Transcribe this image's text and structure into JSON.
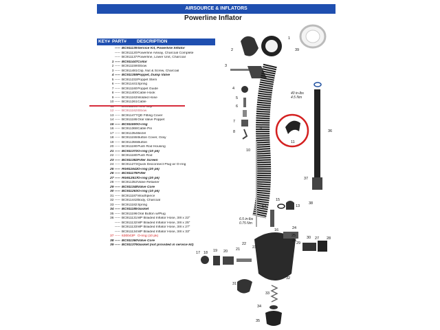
{
  "banner": "AIRSOURCE & INFLATORS",
  "title": "Powerline Inflator",
  "table_header": {
    "key": "KEY#",
    "part": "PART#",
    "desc": "DESCRIPTION"
  },
  "parts": [
    {
      "k": "-----",
      "p": "BC911139",
      "d": "Service Kit, Powerline Inflator",
      "b": true
    },
    {
      "k": "-----",
      "p": "BC911120",
      "d": "Powerline Airway, Charcoal Complete"
    },
    {
      "k": "-----",
      "p": "BC911137",
      "d": "Powerline, Lower Unit, Charcoal"
    },
    {
      "k": "1 -----",
      "p": "BC911447",
      "d": "Collar",
      "b": true
    },
    {
      "k": "2 -----",
      "p": "BC911159",
      "d": "Elbow"
    },
    {
      "k": "3 -----",
      "p": "BC911481",
      "d": "Clip, Nut & Screw, Charcoal"
    },
    {
      "k": "4 -----",
      "p": "BC911359",
      "d": "Poppet, Dump Valve",
      "b": true
    },
    {
      "k": "5 -----",
      "p": "BC911232",
      "d": "Poppet Stem"
    },
    {
      "k": "6 -----",
      "p": "BC911441",
      "d": "Spring"
    },
    {
      "k": "7 -----",
      "p": "BC911160",
      "d": "Poppet Guide"
    },
    {
      "k": "8 -----",
      "p": "BC911400",
      "d": "Cable Hook"
    },
    {
      "k": "9 -----",
      "p": "BC911163",
      "d": "Molded Hose"
    },
    {
      "k": "10 -----",
      "p": "BC911261",
      "d": "Cable"
    },
    {
      "k": "11 -----",
      "p": "BC911164",
      "d": "Hose Clip"
    },
    {
      "k": "12 -----",
      "p": "BC911162",
      "d": "Elbow",
      "strike": true
    },
    {
      "k": "13 -----",
      "p": "BC911477",
      "d": "QD Fitting Cover"
    },
    {
      "k": "14 -----",
      "p": "BC911186",
      "d": "Oral Valve Poppet"
    },
    {
      "k": "15 -----",
      "p": "BC911500",
      "d": "O-ring",
      "b": true
    },
    {
      "k": "16 -----",
      "p": "BC911368",
      "d": "Cable Pin"
    },
    {
      "k": "17 -----",
      "p": "BC911354",
      "d": "Bezel"
    },
    {
      "k": "18 -----",
      "p": "BC911155",
      "d": "Button Cover, Gray"
    },
    {
      "k": "19 -----",
      "p": "BC911355",
      "d": "Button"
    },
    {
      "k": "20 -----",
      "p": "BC911190",
      "d": "Push Rod Housing"
    },
    {
      "k": "21 -----",
      "p": "BC911372",
      "d": "O-ring (10 pk)",
      "b": true
    },
    {
      "k": "22 -----",
      "p": "BC911180",
      "d": "Push Rod"
    },
    {
      "k": "23 -----",
      "p": "BC911382",
      "d": "Filter Screen",
      "b": true
    },
    {
      "k": "24 -----",
      "p": "BC911273",
      "d": "Quick Disconnect Plug w/ O-ring"
    },
    {
      "k": "25 -----",
      "p": "RG911642",
      "d": "O-ring (20 pk)",
      "b": true
    },
    {
      "k": "26 -----",
      "p": "BC911178",
      "d": "Filter",
      "b": true
    },
    {
      "k": "27 -----",
      "p": "RG912517",
      "d": "O-ring (20 pk)",
      "b": true
    },
    {
      "k": "28 -----",
      "p": "BC911353",
      "d": "Valve Retainer"
    },
    {
      "k": "29 -----",
      "p": "BC911348",
      "d": "Valve Core",
      "b": true
    },
    {
      "k": "30 -----",
      "p": "BC911263",
      "d": "O-ring (10 pk)",
      "b": true
    },
    {
      "k": "31 -----",
      "p": "BC911187",
      "d": "Mouthpiece"
    },
    {
      "k": "32 -----",
      "p": "BC911442",
      "d": "Body, Charcoal"
    },
    {
      "k": "33 -----",
      "p": "BC911182",
      "d": "Spring"
    },
    {
      "k": "34 -----",
      "p": "BC911185",
      "d": "Gasket",
      "b": true
    },
    {
      "k": "35 -----",
      "p": "BC911196",
      "d": "Oral Button w/Plug"
    },
    {
      "k": "36 -----",
      "p": "BC911131",
      "d": "MP Braided Inflator Hose, 3/8 x 22\""
    },
    {
      "k": "-----",
      "p": "BC911132",
      "d": "MP Braided Inflator Hose, 3/8 x 25\""
    },
    {
      "k": "-----",
      "p": "BC911133",
      "d": "MP Braided Inflator Hose, 3/8 x 27\""
    },
    {
      "k": "-----",
      "p": "BC911134",
      "d": "MP Braided Inflator Hose, 3/8 x 33\""
    },
    {
      "k": "37 -----",
      "p": "630043P",
      "d": "O-ring (10 pk)",
      "red": true
    },
    {
      "k": "38 -----",
      "p": "BC911360",
      "d": "Valve Core",
      "b": true
    },
    {
      "k": "39 -----",
      "p": "BC911376",
      "d": "Gasket (not provided in service kit)",
      "b": true
    }
  ],
  "torque1": [
    "40 in-lbs",
    "4.5 Nm"
  ],
  "torque2": [
    "6.5 in-lbs",
    "0.75 Nm"
  ],
  "callouts": [
    "1",
    "2",
    "3",
    "4",
    "5",
    "6",
    "7",
    "8",
    "9",
    "10",
    "11",
    "13",
    "14",
    "15",
    "16",
    "17",
    "18",
    "19",
    "20",
    "21",
    "22",
    "23",
    "24",
    "25",
    "26",
    "27",
    "28",
    "29",
    "30",
    "31",
    "32",
    "33",
    "34",
    "35",
    "36",
    "37",
    "38",
    "39"
  ]
}
